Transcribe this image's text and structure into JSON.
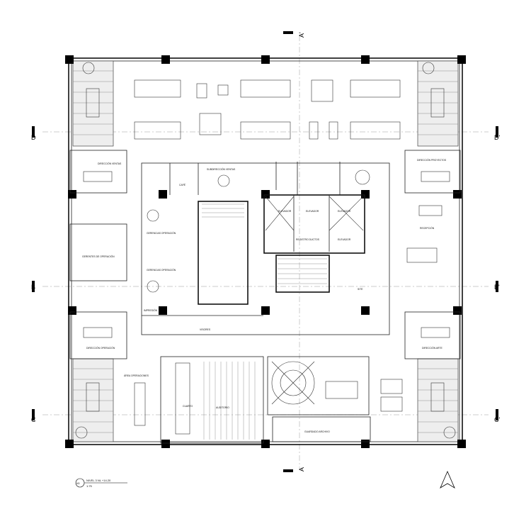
{
  "axes": {
    "top": "A'",
    "bottom": "A",
    "left": [
      "D",
      "B",
      "C"
    ],
    "right": [
      "D'",
      "B'",
      "C'"
    ]
  },
  "rooms": {
    "direccion_ventas": "DIRECCIÓN VENTAS",
    "subdireccion_ventas": "SUBDIRECCIÓN VENTAS",
    "cafe": "CAFÉ",
    "direccion_proyectos": "DIRECCIÓN PROYECTOS",
    "gerencias_operacion_1": "GERENCIAS OPERACIÓN",
    "gerencias_operacion_2": "GERENCIAS OPERACIÓN",
    "gerentes_operacion": "GERENTES DE OPERACIÓN",
    "elevador_1": "ELEVADOR",
    "elevador_2": "ELEVADOR",
    "elevador_3": "ELEVADOR",
    "elevador_4": "ELEVADOR",
    "registro_ductos": "REGISTRO DUCTOS",
    "recepcion": "RECEPCIÓN",
    "site": "SITE",
    "impresion": "IMPRESIÓN",
    "visores": "VISORES",
    "direccion_operacion": "DIRECCIÓN OPERACIÓN",
    "direccion_arte": "DIRECCIÓN ARTE",
    "area_operaciones": "ÁREA OPERACIONES",
    "auditorio": "AUDITORIO",
    "cuarto": "CUARTO",
    "guardado_archivo": "GUARDADO ARCHIVO"
  },
  "title_block": {
    "code": "N3",
    "title": "NIVEL 3  NL +14.20",
    "scale": "1:75"
  }
}
